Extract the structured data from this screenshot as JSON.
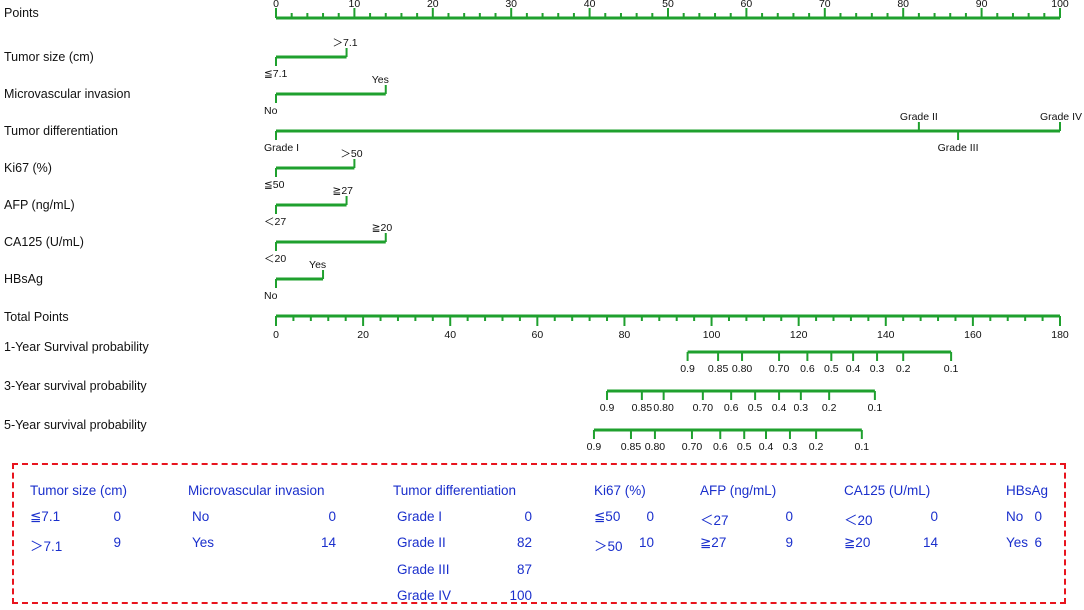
{
  "chart_data": {
    "type": "nomogram",
    "colors": {
      "scale_line": "#1fa02e",
      "text": "#111111",
      "legend_text": "#1a2fcc",
      "legend_border": "#e8141e"
    },
    "points_scale": {
      "label": "Points",
      "min": 0,
      "max": 100,
      "tick_labels": [
        0,
        10,
        20,
        30,
        40,
        50,
        60,
        70,
        80,
        90,
        100
      ],
      "minor_step": 2
    },
    "variables": [
      {
        "label": "Tumor size (cm)",
        "levels": [
          {
            "name": "≦7.1",
            "points": 0,
            "side": "below"
          },
          {
            "name": "＞7.1",
            "points": 9,
            "side": "above"
          }
        ]
      },
      {
        "label": "Microvascular invasion",
        "levels": [
          {
            "name": "No",
            "points": 0,
            "side": "below"
          },
          {
            "name": "Yes",
            "points": 14,
            "side": "above"
          }
        ]
      },
      {
        "label": "Tumor differentiation",
        "levels": [
          {
            "name": "Grade I",
            "points": 0,
            "side": "below"
          },
          {
            "name": "Grade II",
            "points": 82,
            "side": "above"
          },
          {
            "name": "Grade III",
            "points": 87,
            "side": "below"
          },
          {
            "name": "Grade IV",
            "points": 100,
            "side": "above"
          }
        ]
      },
      {
        "label": "Ki67 (%)",
        "levels": [
          {
            "name": "≦50",
            "points": 0,
            "side": "below"
          },
          {
            "name": "＞50",
            "points": 10,
            "side": "above"
          }
        ]
      },
      {
        "label": "AFP (ng/mL)",
        "levels": [
          {
            "name": "＜27",
            "points": 0,
            "side": "below"
          },
          {
            "name": "≧27",
            "points": 9,
            "side": "above"
          }
        ]
      },
      {
        "label": "CA125 (U/mL)",
        "levels": [
          {
            "name": "＜20",
            "points": 0,
            "side": "below"
          },
          {
            "name": "≧20",
            "points": 14,
            "side": "above"
          }
        ]
      },
      {
        "label": "HBsAg",
        "levels": [
          {
            "name": "No",
            "points": 0,
            "side": "below"
          },
          {
            "name": "Yes",
            "points": 6,
            "side": "above"
          }
        ]
      }
    ],
    "total_points_scale": {
      "label": "Total Points",
      "min": 0,
      "max": 180,
      "tick_labels": [
        0,
        20,
        40,
        60,
        80,
        100,
        120,
        140,
        160,
        180
      ],
      "minor_step": 4
    },
    "survival_scales": [
      {
        "label": "1-Year Survival probability",
        "ticks": [
          {
            "p": "0.9",
            "total": 94.5
          },
          {
            "p": "0.85",
            "total": 101.5
          },
          {
            "p": "0.80",
            "total": 107
          },
          {
            "p": "0.70",
            "total": 115.5
          },
          {
            "p": "0.6",
            "total": 122
          },
          {
            "p": "0.5",
            "total": 127.5
          },
          {
            "p": "0.4",
            "total": 132.5
          },
          {
            "p": "0.3",
            "total": 138
          },
          {
            "p": "0.2",
            "total": 144
          },
          {
            "p": "0.1",
            "total": 155
          }
        ]
      },
      {
        "label": "3-Year survival probability",
        "ticks": [
          {
            "p": "0.9",
            "total": 76
          },
          {
            "p": "0.85",
            "total": 84
          },
          {
            "p": "0.80",
            "total": 89
          },
          {
            "p": "0.70",
            "total": 98
          },
          {
            "p": "0.6",
            "total": 104.5
          },
          {
            "p": "0.5",
            "total": 110
          },
          {
            "p": "0.4",
            "total": 115.5
          },
          {
            "p": "0.3",
            "total": 120.5
          },
          {
            "p": "0.2",
            "total": 127
          },
          {
            "p": "0.1",
            "total": 137.5
          }
        ]
      },
      {
        "label": "5-Year survival probability",
        "ticks": [
          {
            "p": "0.9",
            "total": 73
          },
          {
            "p": "0.85",
            "total": 81.5
          },
          {
            "p": "0.80",
            "total": 87
          },
          {
            "p": "0.70",
            "total": 95.5
          },
          {
            "p": "0.6",
            "total": 102
          },
          {
            "p": "0.5",
            "total": 107.5
          },
          {
            "p": "0.4",
            "total": 112.5
          },
          {
            "p": "0.3",
            "total": 118
          },
          {
            "p": "0.2",
            "total": 124
          },
          {
            "p": "0.1",
            "total": 134.5
          }
        ]
      }
    ],
    "legend": {
      "columns": [
        {
          "header": "Tumor size (cm)",
          "rows": [
            [
              "≦7.1",
              "0"
            ],
            [
              "＞7.1",
              "9"
            ]
          ]
        },
        {
          "header": "Microvascular invasion",
          "rows": [
            [
              "No",
              "0"
            ],
            [
              "Yes",
              "14"
            ]
          ]
        },
        {
          "header": "Tumor differentiation",
          "rows": [
            [
              "Grade I",
              "0"
            ],
            [
              "Grade II",
              "82"
            ],
            [
              "Grade III",
              "87"
            ],
            [
              "Grade IV",
              "100"
            ]
          ]
        },
        {
          "header": "Ki67 (%)",
          "rows": [
            [
              "≦50",
              "0"
            ],
            [
              "＞50",
              "10"
            ]
          ]
        },
        {
          "header": "AFP (ng/mL)",
          "rows": [
            [
              "＜27",
              "0"
            ],
            [
              "≧27",
              "9"
            ]
          ]
        },
        {
          "header": "CA125 (U/mL)",
          "rows": [
            [
              "＜20",
              "0"
            ],
            [
              "≧20",
              "14"
            ]
          ]
        },
        {
          "header": "HBsAg",
          "rows": [
            [
              "No",
              "0"
            ],
            [
              "Yes",
              "6"
            ]
          ]
        }
      ]
    }
  }
}
